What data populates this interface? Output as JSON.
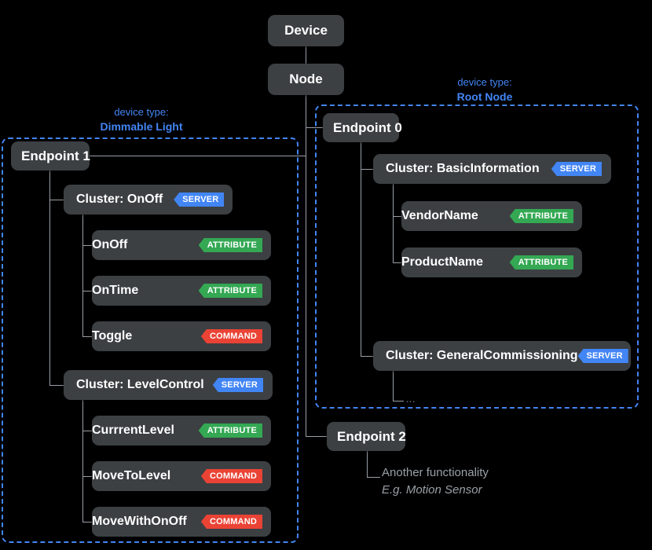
{
  "diagram": {
    "title_nodes": [
      {
        "id": "device",
        "label": "Device"
      },
      {
        "id": "node",
        "label": "Node"
      }
    ],
    "badges": {
      "server": "SERVER",
      "attribute": "ATTRIBUTE",
      "command": "COMMAND"
    },
    "colors": {
      "background": "#000000",
      "box": "#3c4043",
      "line": "#9aa0a6",
      "server": "#4285f4",
      "attribute": "#34a853",
      "command": "#ea4335",
      "group_border": "#4285f4",
      "note_text": "#9aa0a6"
    },
    "device_types": [
      {
        "id": "dimmable-light",
        "prefix": "device type:",
        "name": "Dimmable Light"
      },
      {
        "id": "root-node",
        "prefix": "device type:",
        "name": "Root Node"
      }
    ],
    "endpoints": [
      {
        "id": "endpoint-1",
        "label": "Endpoint 1",
        "clusters": [
          {
            "id": "cluster-onoff",
            "label": "Cluster: OnOff",
            "badge": "SERVER",
            "badge_kind": "server",
            "items": [
              {
                "id": "onoff",
                "label": "OnOff",
                "badge": "ATTRIBUTE",
                "badge_kind": "attribute"
              },
              {
                "id": "ontime",
                "label": "OnTime",
                "badge": "ATTRIBUTE",
                "badge_kind": "attribute"
              },
              {
                "id": "toggle",
                "label": "Toggle",
                "badge": "COMMAND",
                "badge_kind": "command"
              }
            ]
          },
          {
            "id": "cluster-levelcontrol",
            "label": "Cluster: LevelControl",
            "badge": "SERVER",
            "badge_kind": "server",
            "items": [
              {
                "id": "currrentlevel",
                "label": "CurrrentLevel",
                "badge": "ATTRIBUTE",
                "badge_kind": "attribute"
              },
              {
                "id": "movetolevel",
                "label": "MoveToLevel",
                "badge": "COMMAND",
                "badge_kind": "command"
              },
              {
                "id": "movewithonoff",
                "label": "MoveWithOnOff",
                "badge": "COMMAND",
                "badge_kind": "command"
              }
            ]
          }
        ]
      },
      {
        "id": "endpoint-0",
        "label": "Endpoint 0",
        "clusters": [
          {
            "id": "cluster-basicinformation",
            "label": "Cluster: BasicInformation",
            "badge": "SERVER",
            "badge_kind": "server",
            "items": [
              {
                "id": "vendorname",
                "label": "VendorName",
                "badge": "ATTRIBUTE",
                "badge_kind": "attribute"
              },
              {
                "id": "productname",
                "label": "ProductName",
                "badge": "ATTRIBUTE",
                "badge_kind": "attribute"
              }
            ]
          },
          {
            "id": "cluster-generalcommissioning",
            "label": "Cluster: GeneralCommissioning",
            "badge": "SERVER",
            "badge_kind": "server",
            "items": [],
            "ellipsis": "..."
          }
        ]
      },
      {
        "id": "endpoint-2",
        "label": "Endpoint 2",
        "note_line1": "Another functionality",
        "note_line2": "E.g. Motion Sensor"
      }
    ]
  }
}
